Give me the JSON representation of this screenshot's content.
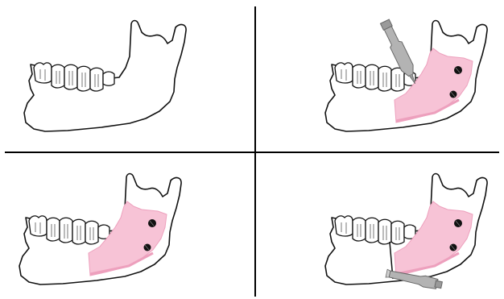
{
  "figure": {
    "panels": [
      {
        "id": "top-left",
        "guide": "none",
        "instrument": "none"
      },
      {
        "id": "top-right",
        "guide": "pink",
        "instrument": "drill-upper"
      },
      {
        "id": "bottom-left",
        "guide": "pink",
        "instrument": "none"
      },
      {
        "id": "bottom-right",
        "guide": "pink",
        "instrument": "saw-lower"
      }
    ],
    "colors": {
      "guide_fill": "#f7c3d6",
      "guide_edge": "#eda0bd",
      "instrument": "#b3b3b3",
      "outline": "#111111",
      "divider": "#000000"
    },
    "icons": [
      "mandible-outline",
      "surgical-guide",
      "screw-hole",
      "drill-bit",
      "saw-blade"
    ]
  }
}
